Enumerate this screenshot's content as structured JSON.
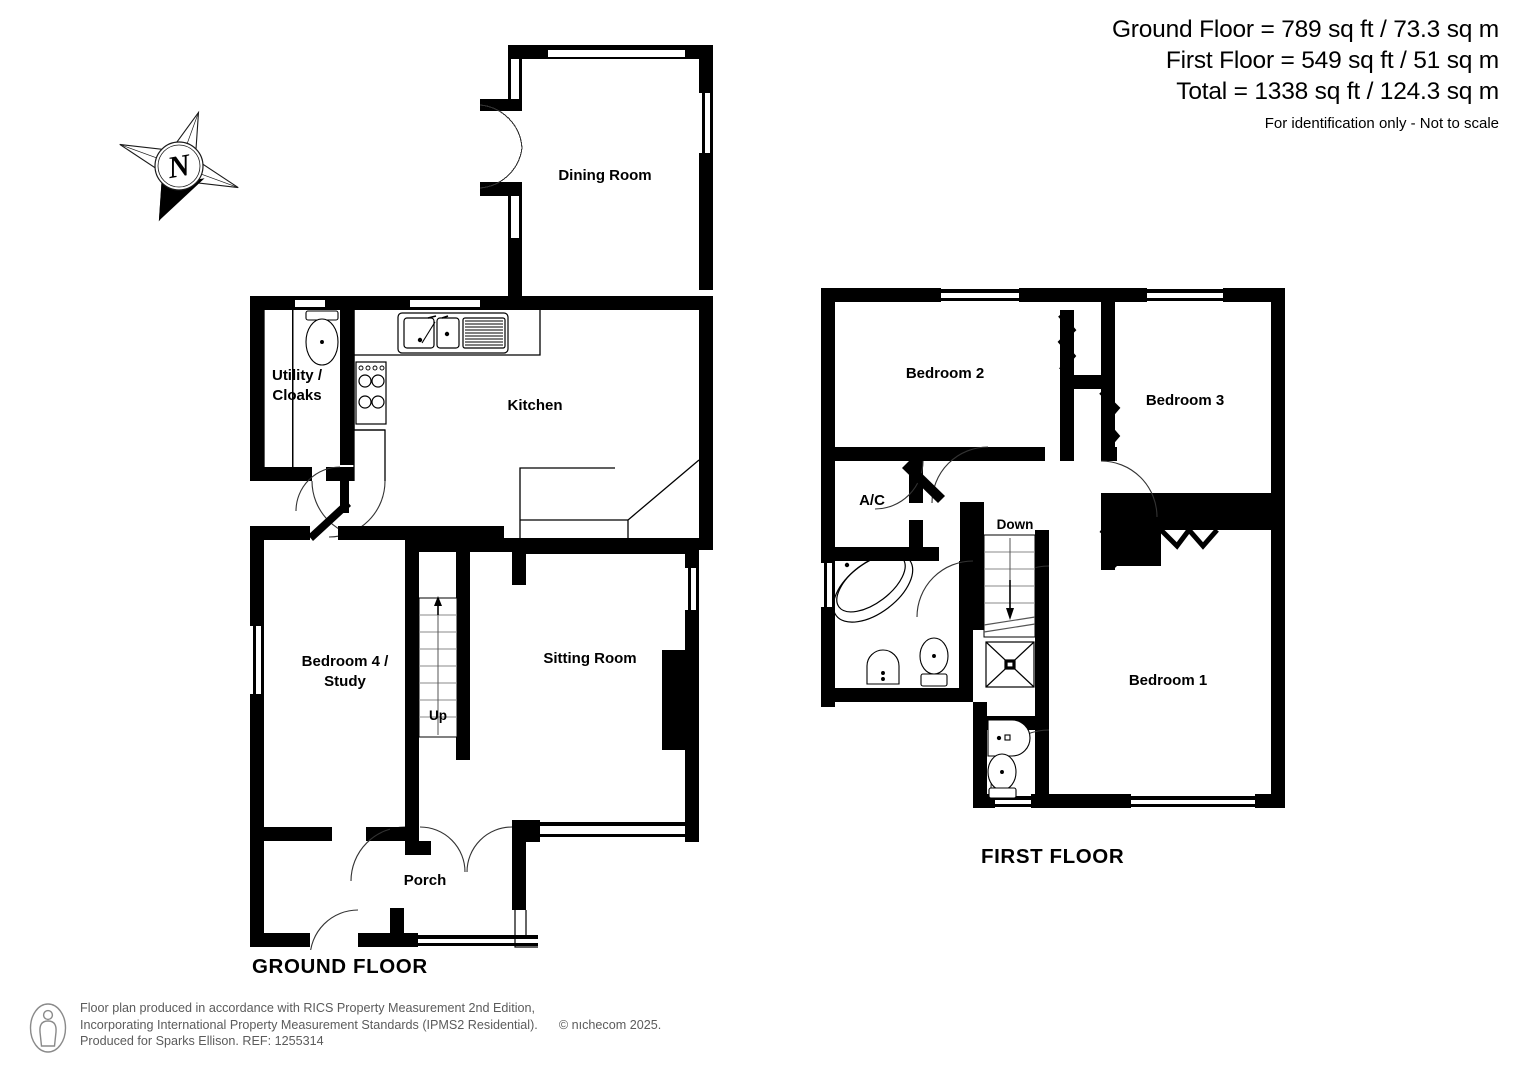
{
  "header": {
    "ground_floor_area": "Ground Floor = 789 sq ft / 73.3 sq m",
    "first_floor_area": "First Floor = 549 sq ft / 51 sq m",
    "total_area": "Total = 1338 sq ft / 124.3 sq m",
    "disclaimer": "For identification only - Not to scale"
  },
  "compass": {
    "label": "N"
  },
  "ground_floor": {
    "caption": "GROUND FLOOR",
    "rooms": [
      {
        "name": "Dining Room",
        "label": "Dining Room"
      },
      {
        "name": "Kitchen",
        "label": "Kitchen"
      },
      {
        "name": "Utility / Cloaks",
        "label_line1": "Utility /",
        "label_line2": "Cloaks"
      },
      {
        "name": "Bedroom 4 / Study",
        "label_line1": "Bedroom 4 /",
        "label_line2": "Study"
      },
      {
        "name": "Sitting Room",
        "label": "Sitting Room"
      },
      {
        "name": "Porch",
        "label": "Porch"
      }
    ],
    "stair_label": "Up"
  },
  "first_floor": {
    "caption": "FIRST FLOOR",
    "rooms": [
      {
        "name": "Bedroom 2",
        "label": "Bedroom 2"
      },
      {
        "name": "Bedroom 3",
        "label": "Bedroom 3"
      },
      {
        "name": "Bedroom 1",
        "label": "Bedroom 1"
      },
      {
        "name": "Airing Cupboard",
        "label": "A/C"
      }
    ],
    "stair_label": "Down"
  },
  "footer": {
    "line1": "Floor plan produced in accordance with RICS Property Measurement 2nd Edition,",
    "line2": "Incorporating International Property Measurement Standards (IPMS2 Residential).",
    "line2_copyright": "© nıchecom 2025.",
    "line3": "Produced for Sparks Ellison.   REF: 1255314"
  },
  "colors": {
    "wall": "#000000",
    "background": "#ffffff",
    "footer_text": "#5b5b5b"
  }
}
